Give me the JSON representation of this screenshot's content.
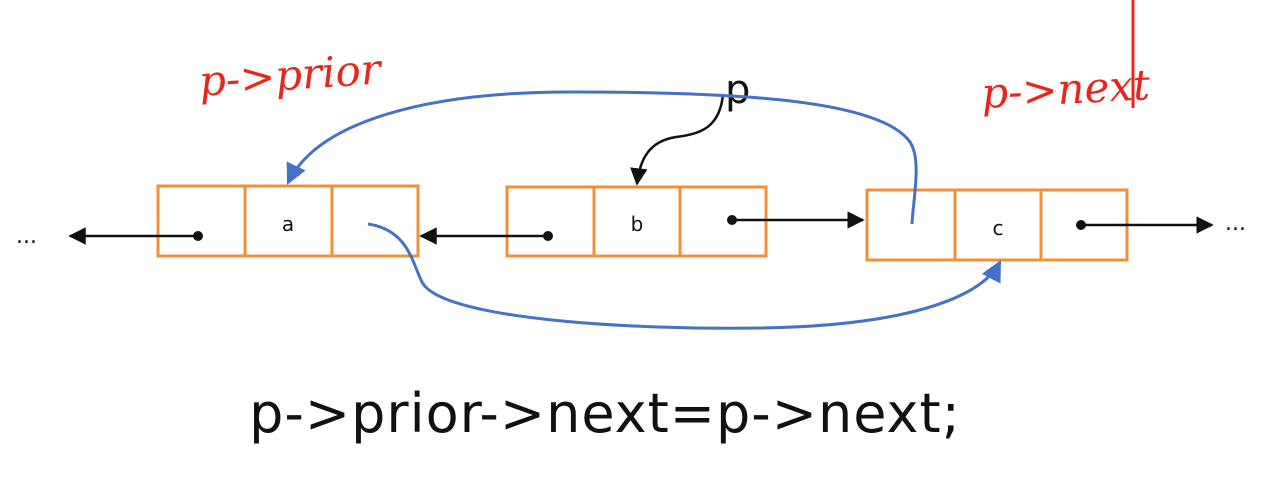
{
  "nodes": [
    {
      "id": "node-a",
      "value": "a"
    },
    {
      "id": "node-b",
      "value": "b"
    },
    {
      "id": "node-c",
      "value": "c"
    }
  ],
  "ellipsis_left": "...",
  "ellipsis_right": "...",
  "pointer_label": "p",
  "annotations": {
    "prior_label": "p->prior",
    "next_label": "p->next"
  },
  "code": "p->prior->next=p->next;",
  "colors": {
    "node_border": "#F0913A",
    "link_arrow": "#111111",
    "new_link": "#4472C4",
    "annotation": "#E8261C"
  }
}
